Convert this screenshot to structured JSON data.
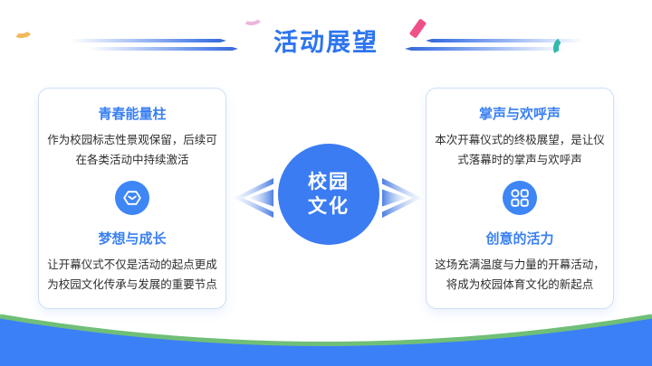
{
  "slide": {
    "title": "活动展望",
    "center_circle": {
      "line1": "校园",
      "line2": "文化"
    },
    "left_card": {
      "top_heading": "青春能量柱",
      "top_body": "作为校园标志性景观保留，后续可在各类活动中持续激活",
      "icon": "hexagon-box-icon",
      "bottom_heading": "梦想与成长",
      "bottom_body": "让开幕仪式不仅是活动的起点更成为校园文化传承与发展的重要节点"
    },
    "right_card": {
      "top_heading": "掌声与欢呼声",
      "top_body": "本次开幕仪式的终极展望，是让仪式落幕时的掌声与欢呼声",
      "icon": "app-grid-icon",
      "bottom_heading": "创意的活力",
      "bottom_body": "这场充满温度与力量的开幕活动，将成为校园体育文化的新起点"
    },
    "decorations": {
      "icons": [
        "speed-lines",
        "confetti-yellow-crescent",
        "confetti-pink-crescent",
        "confetti-pink-bar",
        "confetti-teal-crescent",
        "chevron-left-arrow",
        "chevron-right-arrow",
        "bottom-wave"
      ]
    },
    "colors": {
      "title_blue": "#2c74f0",
      "heading_blue": "#3a80f2",
      "circle_blue": "#3b7cf3",
      "icon_circle_blue": "#3e86f6",
      "footer_blue": "#3b80f7",
      "wave_green": "#70bf78",
      "confetti_pink": "#f0508a",
      "confetti_light_pink": "#eeb5da",
      "confetti_yellow": "#f0b95e",
      "confetti_teal": "#35b9ae",
      "card_border": "#cfdef7",
      "body_text": "#2d2d2d"
    }
  }
}
